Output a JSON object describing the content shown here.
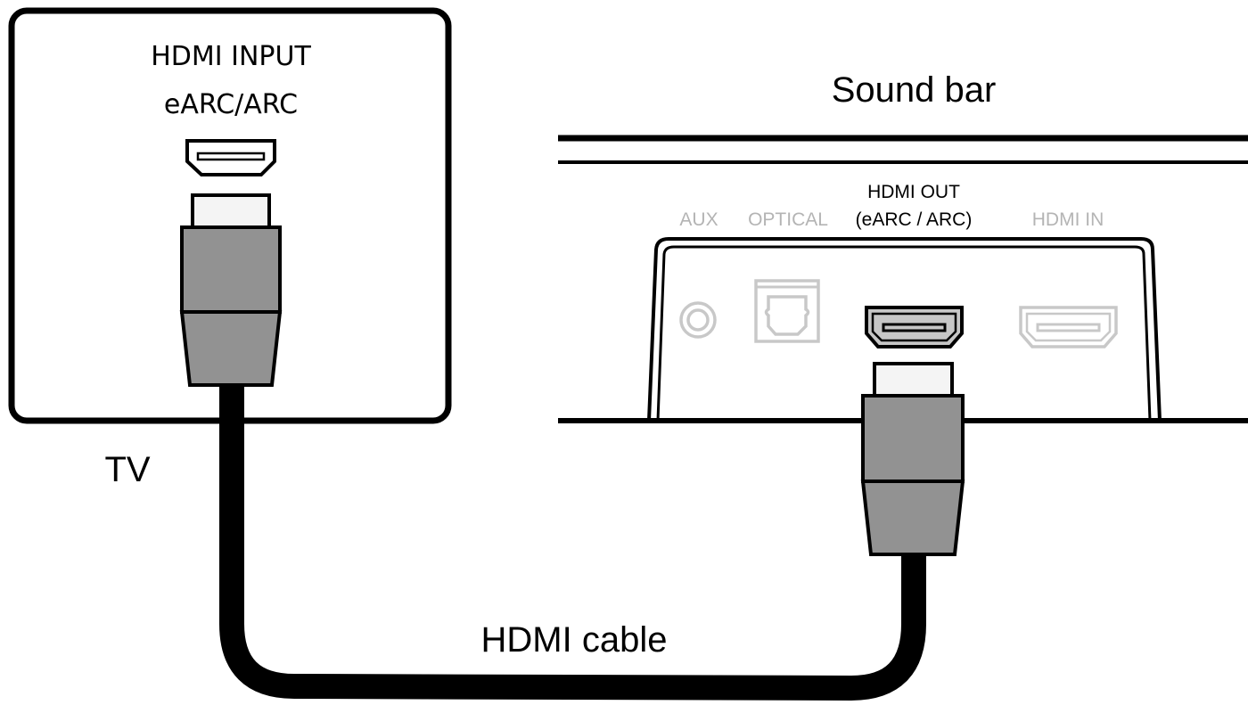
{
  "tv": {
    "label": "TV",
    "port_label_line1": "HDMI INPUT",
    "port_label_line2": "eARC/ARC"
  },
  "soundbar": {
    "label": "Sound bar",
    "ports": [
      {
        "name": "aux",
        "label": "AUX",
        "active": false
      },
      {
        "name": "optical",
        "label": "OPTICAL",
        "active": false
      },
      {
        "name": "hdmi-out",
        "label_line1": "HDMI OUT",
        "label_line2": "(eARC / ARC)",
        "active": true
      },
      {
        "name": "hdmi-in",
        "label": "HDMI IN",
        "active": false
      }
    ]
  },
  "cable": {
    "label": "HDMI cable"
  },
  "colors": {
    "outline": "#000000",
    "connector_body": "#929292",
    "connector_tip": "#f4f4f4",
    "inactive_port": "#c8c8c8",
    "inactive_label": "#b4b4b4",
    "active_port_fill": "#c6c6c6"
  }
}
